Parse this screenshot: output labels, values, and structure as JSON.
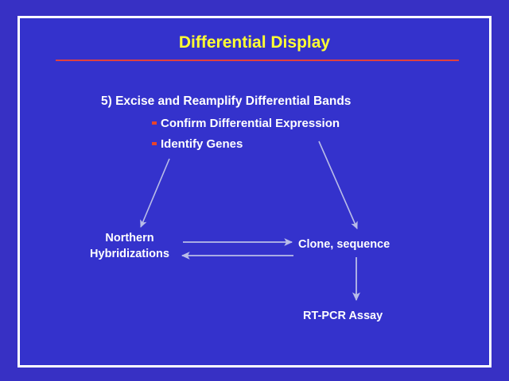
{
  "slide": {
    "title": "Differential Display",
    "title_color": "#ffff33",
    "background_color": "#3432cc",
    "outer_background_color": "#3730c4",
    "frame_color": "#ffffff",
    "rule_color": "#e04040",
    "bullet_color": "#e8442a",
    "text_color": "#ffffff",
    "arrow_color": "#b9bde8"
  },
  "body": {
    "main_point": "5) Excise and Reamplify Differential Bands",
    "sub_points": [
      "Confirm Differential Expression",
      "Identify Genes"
    ]
  },
  "flow": {
    "nodes": [
      {
        "id": "northern",
        "line1": "Northern",
        "line2": "Hybridizations"
      },
      {
        "id": "clone",
        "label": "Clone, sequence"
      },
      {
        "id": "rtpcr",
        "label": "RT-PCR Assay"
      }
    ],
    "connectors": [
      {
        "name": "identify-genes-to-northern",
        "from": "Identify Genes",
        "to": "Northern Hybridizations",
        "direction": "down-left"
      },
      {
        "name": "identify-genes-to-clone",
        "from": "Identify Genes",
        "to": "Clone, sequence",
        "direction": "down-right"
      },
      {
        "name": "northern-to-clone",
        "from": "Northern Hybridizations",
        "to": "Clone, sequence",
        "direction": "right"
      },
      {
        "name": "clone-to-northern",
        "from": "Clone, sequence",
        "to": "Northern Hybridizations",
        "direction": "left"
      },
      {
        "name": "clone-to-rtpcr",
        "from": "Clone, sequence",
        "to": "RT-PCR Assay",
        "direction": "down"
      }
    ]
  }
}
